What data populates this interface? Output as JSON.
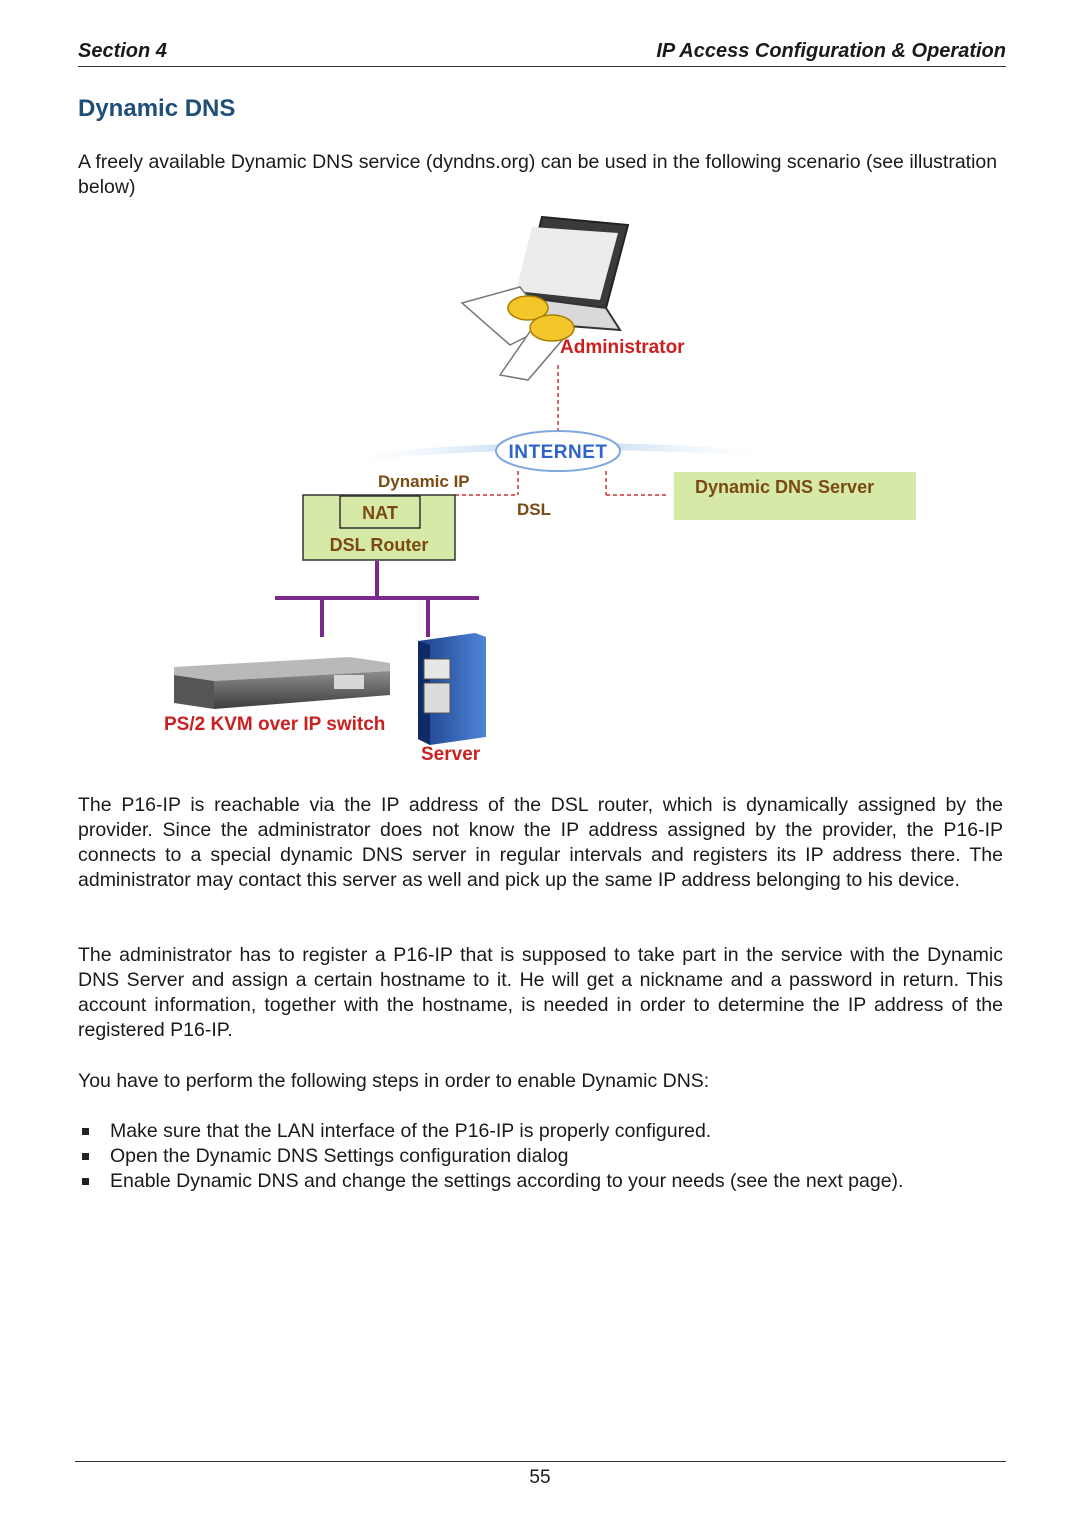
{
  "header": {
    "section": "Section 4",
    "title": "IP Access Configuration & Operation"
  },
  "heading": "Dynamic DNS",
  "intro": "A freely available Dynamic DNS service (dyndns.org) can be used in the following scenario (see illustration below)",
  "diagram": {
    "administrator": "Administrator",
    "internet": "INTERNET",
    "dynamic_ip": "Dynamic IP",
    "dsl": "DSL",
    "nat": "NAT",
    "dsl_router": "DSL Router",
    "dns_server": "Dynamic DNS Server",
    "kvm_switch": "PS/2 KVM over IP switch",
    "server": "Server"
  },
  "paragraphs": [
    "The P16-IP is reachable via the IP address of the DSL router, which is dynamically assigned by the provider. Since the administrator does not know the IP address assigned by the provider, the P16-IP connects to a special dynamic DNS server in regular intervals and registers its IP address there. The administrator may contact this server as well and pick up the same IP address belonging to his device.",
    "The administrator has to register a P16-IP that is supposed to take part in the service with the Dynamic DNS Server and assign a certain hostname to it. He will get a nickname and a password in return. This account information, together with the hostname, is needed in order to determine the IP address of the registered P16-IP.",
    "You have to perform the following steps in order to enable Dynamic DNS:"
  ],
  "steps": [
    "Make sure that the LAN interface of the P16-IP is properly configured.",
    "Open the Dynamic DNS Settings configuration dialog",
    "Enable Dynamic DNS and change the settings according to your needs (see the next page)."
  ],
  "page_number": "55",
  "colors": {
    "heading": "#1f4e79",
    "label_red": "#cc1f1f",
    "label_brown": "#7a4a12",
    "box_green": "#d7e9a6",
    "wire_purple": "#7b2a8c",
    "internet_blue": "#2f64c8"
  }
}
